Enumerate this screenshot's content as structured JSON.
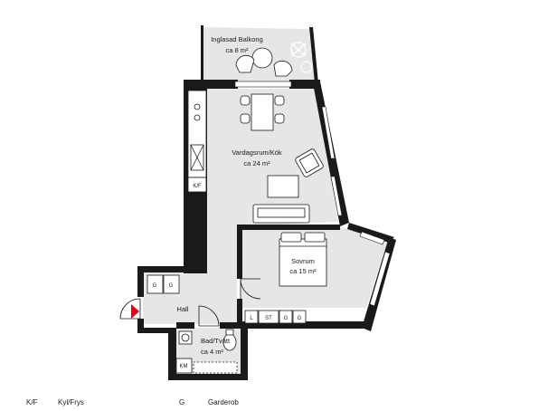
{
  "rooms": {
    "balcony": {
      "name": "Inglasad Balkong",
      "area": "ca 8 m²"
    },
    "living": {
      "name": "Vardagsrum/Kök",
      "area": "ca 24 m²"
    },
    "bedroom": {
      "name": "Sovrum",
      "area": "ca 15 m²"
    },
    "hall": {
      "name": "Hall"
    },
    "bath": {
      "name": "Bad/Tvätt",
      "area": "ca 4 m²"
    }
  },
  "tags": {
    "kf": "K/F",
    "g": "G",
    "l": "L",
    "st": "ST",
    "km": "KM"
  },
  "legend": [
    {
      "code": "K/F",
      "label": "Kyl/Frys"
    },
    {
      "code": "G",
      "label": "Garderob"
    }
  ],
  "colors": {
    "floor": "#e6e6e6",
    "wall": "#1a1a1a",
    "entrance_arrow": "#e3001b"
  }
}
